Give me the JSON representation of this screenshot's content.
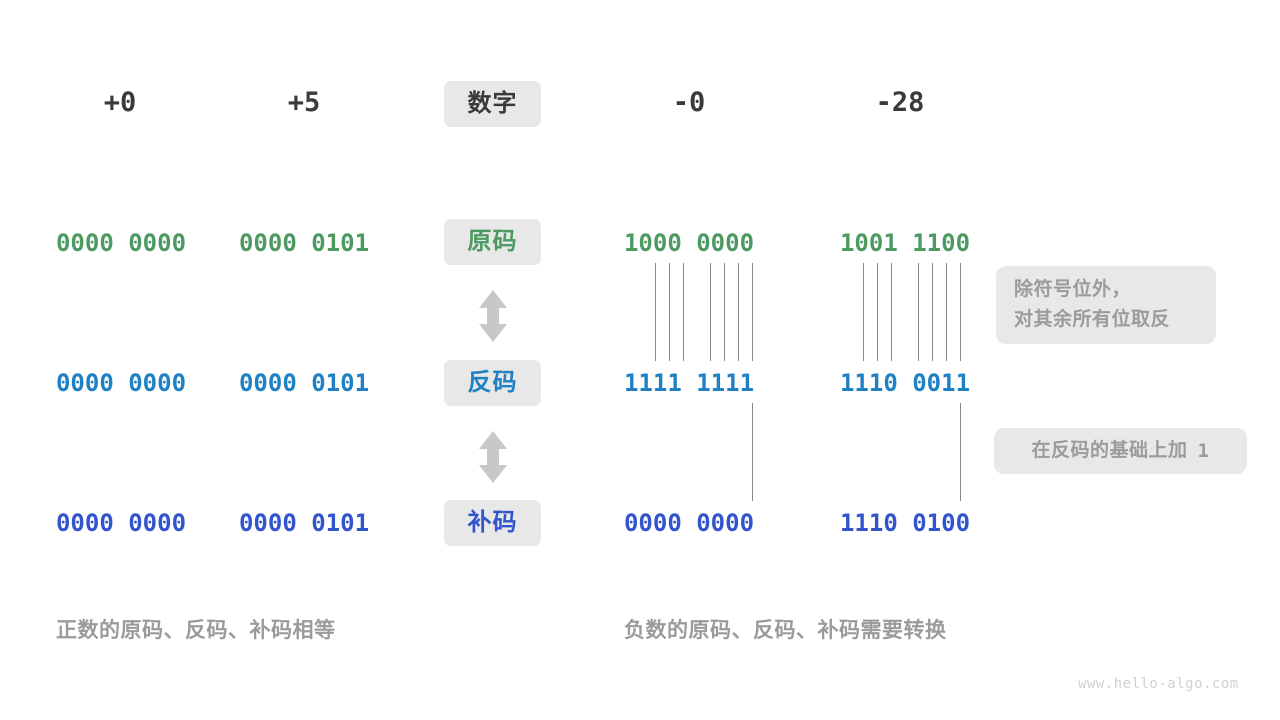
{
  "diagram": {
    "title_row": {
      "label": "数字",
      "columns": [
        {
          "name": "plus-zero",
          "value": "+0"
        },
        {
          "name": "plus-five",
          "value": "+5"
        },
        {
          "name": "minus-zero",
          "value": "-0"
        },
        {
          "name": "minus-28",
          "value": "-28"
        }
      ]
    },
    "rows": [
      {
        "key": "sign-magnitude",
        "label": "原码",
        "color": "#4c9a62",
        "values": [
          "0000 0000",
          "0000 0101",
          "1000 0000",
          "1001 1100"
        ]
      },
      {
        "key": "ones-complement",
        "label": "反码",
        "color": "#1f80c4",
        "values": [
          "0000 0000",
          "0000 0101",
          "1111 1111",
          "1110 0011"
        ]
      },
      {
        "key": "twos-complement",
        "label": "补码",
        "color": "#3355cc",
        "values": [
          "0000 0000",
          "0000 0101",
          "0000 0000",
          "1110 0100"
        ]
      }
    ],
    "notes": [
      {
        "key": "invert-note",
        "lines": [
          "除符号位外，",
          "对其余所有位取反"
        ]
      },
      {
        "key": "add-one-note",
        "prefix": "在反码的基础上加",
        "suffix": "1"
      }
    ],
    "captions": [
      {
        "key": "positive-caption",
        "text": "正数的原码、反码、补码相等"
      },
      {
        "key": "negative-caption",
        "text": "负数的原码、反码、补码需要转换"
      }
    ],
    "watermark": "www.hello-algo.com"
  }
}
